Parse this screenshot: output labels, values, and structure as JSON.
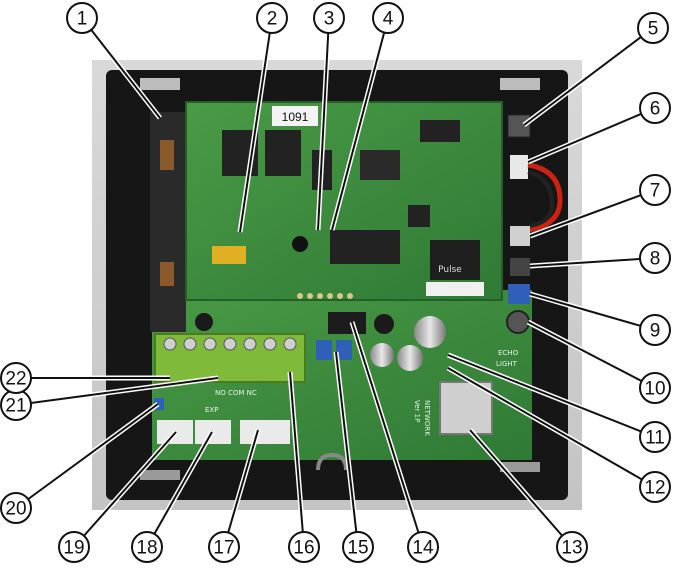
{
  "photo": {
    "board_label": "1091",
    "module_marking": "Pulse",
    "silkscreen_echo": "ECHO",
    "silkscreen_light": "LIGHT",
    "silkscreen_network": "NETWORK",
    "silkscreen_ver": "Ver 1P",
    "terminal_text": "NO COM NC",
    "exp_text": "EXP"
  },
  "callouts": [
    {
      "num": "1"
    },
    {
      "num": "2"
    },
    {
      "num": "3"
    },
    {
      "num": "4"
    },
    {
      "num": "5"
    },
    {
      "num": "6"
    },
    {
      "num": "7"
    },
    {
      "num": "8"
    },
    {
      "num": "9"
    },
    {
      "num": "10"
    },
    {
      "num": "11"
    },
    {
      "num": "12"
    },
    {
      "num": "13"
    },
    {
      "num": "14"
    },
    {
      "num": "15"
    },
    {
      "num": "16"
    },
    {
      "num": "17"
    },
    {
      "num": "18"
    },
    {
      "num": "19"
    },
    {
      "num": "20"
    },
    {
      "num": "21"
    },
    {
      "num": "22"
    }
  ],
  "colors": {
    "pcb_green": "#3f8f3f",
    "enclosure_black": "#161616",
    "terminal_green": "#7fba3a",
    "trimmer_blue": "#2f5fb8"
  }
}
